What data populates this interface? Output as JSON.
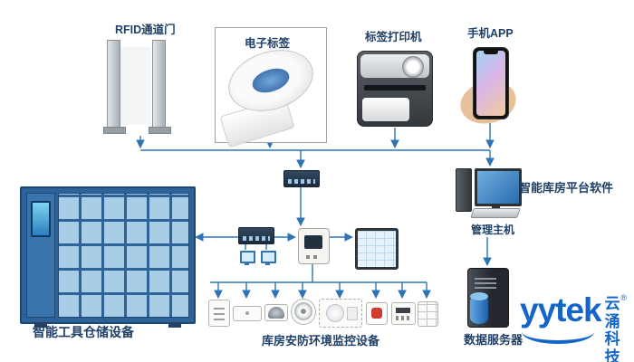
{
  "labels": {
    "rfid_gate": "RFID通道门",
    "etag": "电子标签",
    "printer": "标签打印机",
    "phone_app": "手机APP",
    "platform": "智能库房平台软件",
    "host": "管理主机",
    "server": "数据服务器",
    "cabinet": "智能工具仓储设备",
    "monitor": "库房安防环境监控设备"
  },
  "logo": {
    "name": "yytek",
    "cn_top": "云涌",
    "cn_bottom": "科技",
    "reg": "®"
  },
  "icons": {
    "rfid_gate": "rfid-gate-icon",
    "etag_roll": "label-roll-icon",
    "printer": "label-printer-icon",
    "phone": "smartphone-icon",
    "workstation": "desktop-computer-icon",
    "server": "data-server-icon",
    "database": "database-cylinder-icon",
    "cabinet": "smart-locker-icon",
    "switch": "network-switch-icon",
    "controller": "access-controller-icon",
    "tablet": "monitor-tablet-icon",
    "sensors": "security-sensor-icons"
  },
  "colors": {
    "wire": "#2e74b5",
    "label_text": "#1e3f66",
    "logo_blue": "#1465c8"
  }
}
